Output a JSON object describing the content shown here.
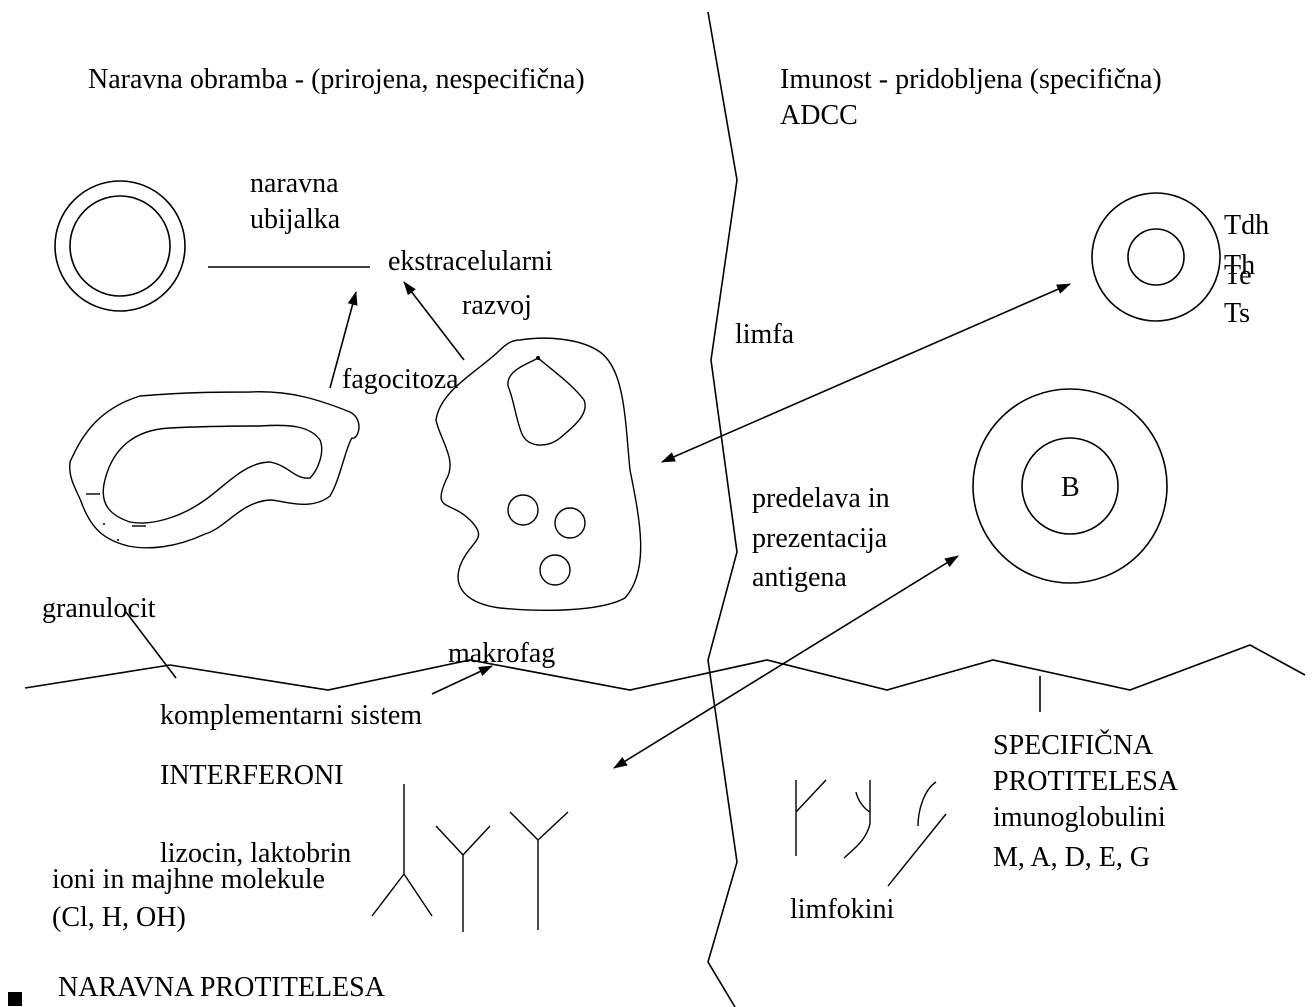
{
  "left_title": "Naravna obramba - (prirojena, nespecifična)",
  "right_title": "Imunost - pridobljena (specifična)",
  "right_subtitle": "ADCC",
  "labels": {
    "naravna": "naravna",
    "ubijalka": "ubijalka",
    "ekstracelularni": "ekstracelularni",
    "razvoj": "razvoj",
    "limfa": "limfa",
    "fagocitoza": "fagocitoza",
    "granulocit": "granulocit",
    "makrofag": "makrofag",
    "komplementarni": "komplementarni sistem",
    "interferoni": "INTERFERONI",
    "lizocin": "lizocin, laktobrin",
    "ioni": "ioni in majhne molekule",
    "ioni_list": "(Cl, H, OH)",
    "naravna_protitelesa": "NARAVNA PROTITELESA",
    "predelava_1": "predelava in",
    "predelava_2": "prezentacija",
    "predelava_3": "antigena",
    "b_cell": "B",
    "limfokini": "limfokini",
    "specificna_1": "SPECIFIČNA",
    "specificna_2": "PROTITELESA",
    "imunoglobulini": "imunoglobulini",
    "ig_classes": "M, A, D, E, G"
  },
  "t_cells": [
    "Tdh",
    "Th",
    "Te",
    "Ts"
  ]
}
